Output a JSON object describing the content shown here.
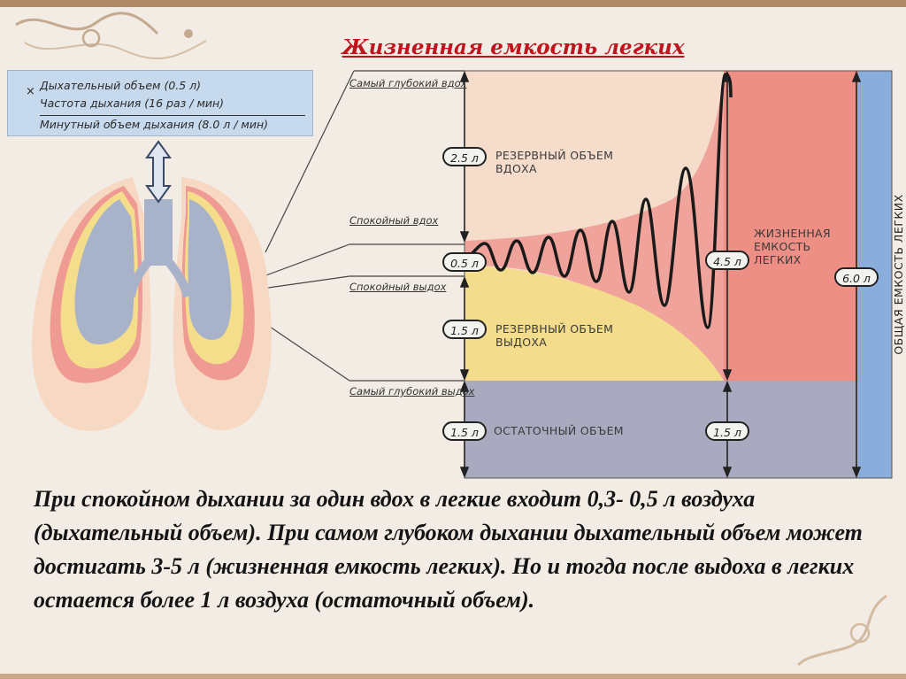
{
  "title": "Жизненная емкость легких",
  "formula": {
    "line1": "Дыхательный объем (0.5 л)",
    "operator": "×",
    "line2": "Частота дыхания (16 раз / мин)",
    "line3": "Минутный объем дыхания (8.0 л / мин)"
  },
  "levels": {
    "deepest_inhale": "Самый глубокий вдох",
    "quiet_inhale": "Спокойный вдох",
    "quiet_exhale": "Спокойный выдох",
    "deepest_exhale": "Самый глубокий выдох"
  },
  "zones": {
    "inspiratory_reserve": "РЕЗЕРВНЫЙ ОБЪЕМ ВДОХА",
    "expiratory_reserve": "РЕЗЕРВНЫЙ ОБЪЕМ ВЫДОХА",
    "residual": "ОСТАТОЧНЫЙ ОБЪЕМ",
    "vital_capacity": "ЖИЗНЕННАЯ ЕМКОСТЬ ЛЕГКИХ",
    "total_capacity": "ОБЩАЯ ЕМКОСТЬ ЛЕГКИХ"
  },
  "values": {
    "irv": "2.5 л",
    "tidal": "0.5 л",
    "erv": "1.5 л",
    "residual": "1.5 л",
    "vital": "4.5 л",
    "residual_right": "1.5 л",
    "total": "6.0 л"
  },
  "colors": {
    "irv_zone": "#f5dccb",
    "tidal_zone": "#f0a39b",
    "erv_zone": "#f3dc8c",
    "residual_zone": "#a9a9c0",
    "vital_zone": "#ee8f86",
    "total_zone": "#8aaedc",
    "title": "#c0131c"
  },
  "body_text": "При спокойном дыхании за один вдох в легкие входит 0,3- 0,5 л воздуха (дыхательный объем). При самом глубоком дыхании дыхательный объем может достигать 3-5 л (жизненная емкость легких). Но и тогда после выдоха в легких остается более 1 л воздуха (остаточный объем)."
}
